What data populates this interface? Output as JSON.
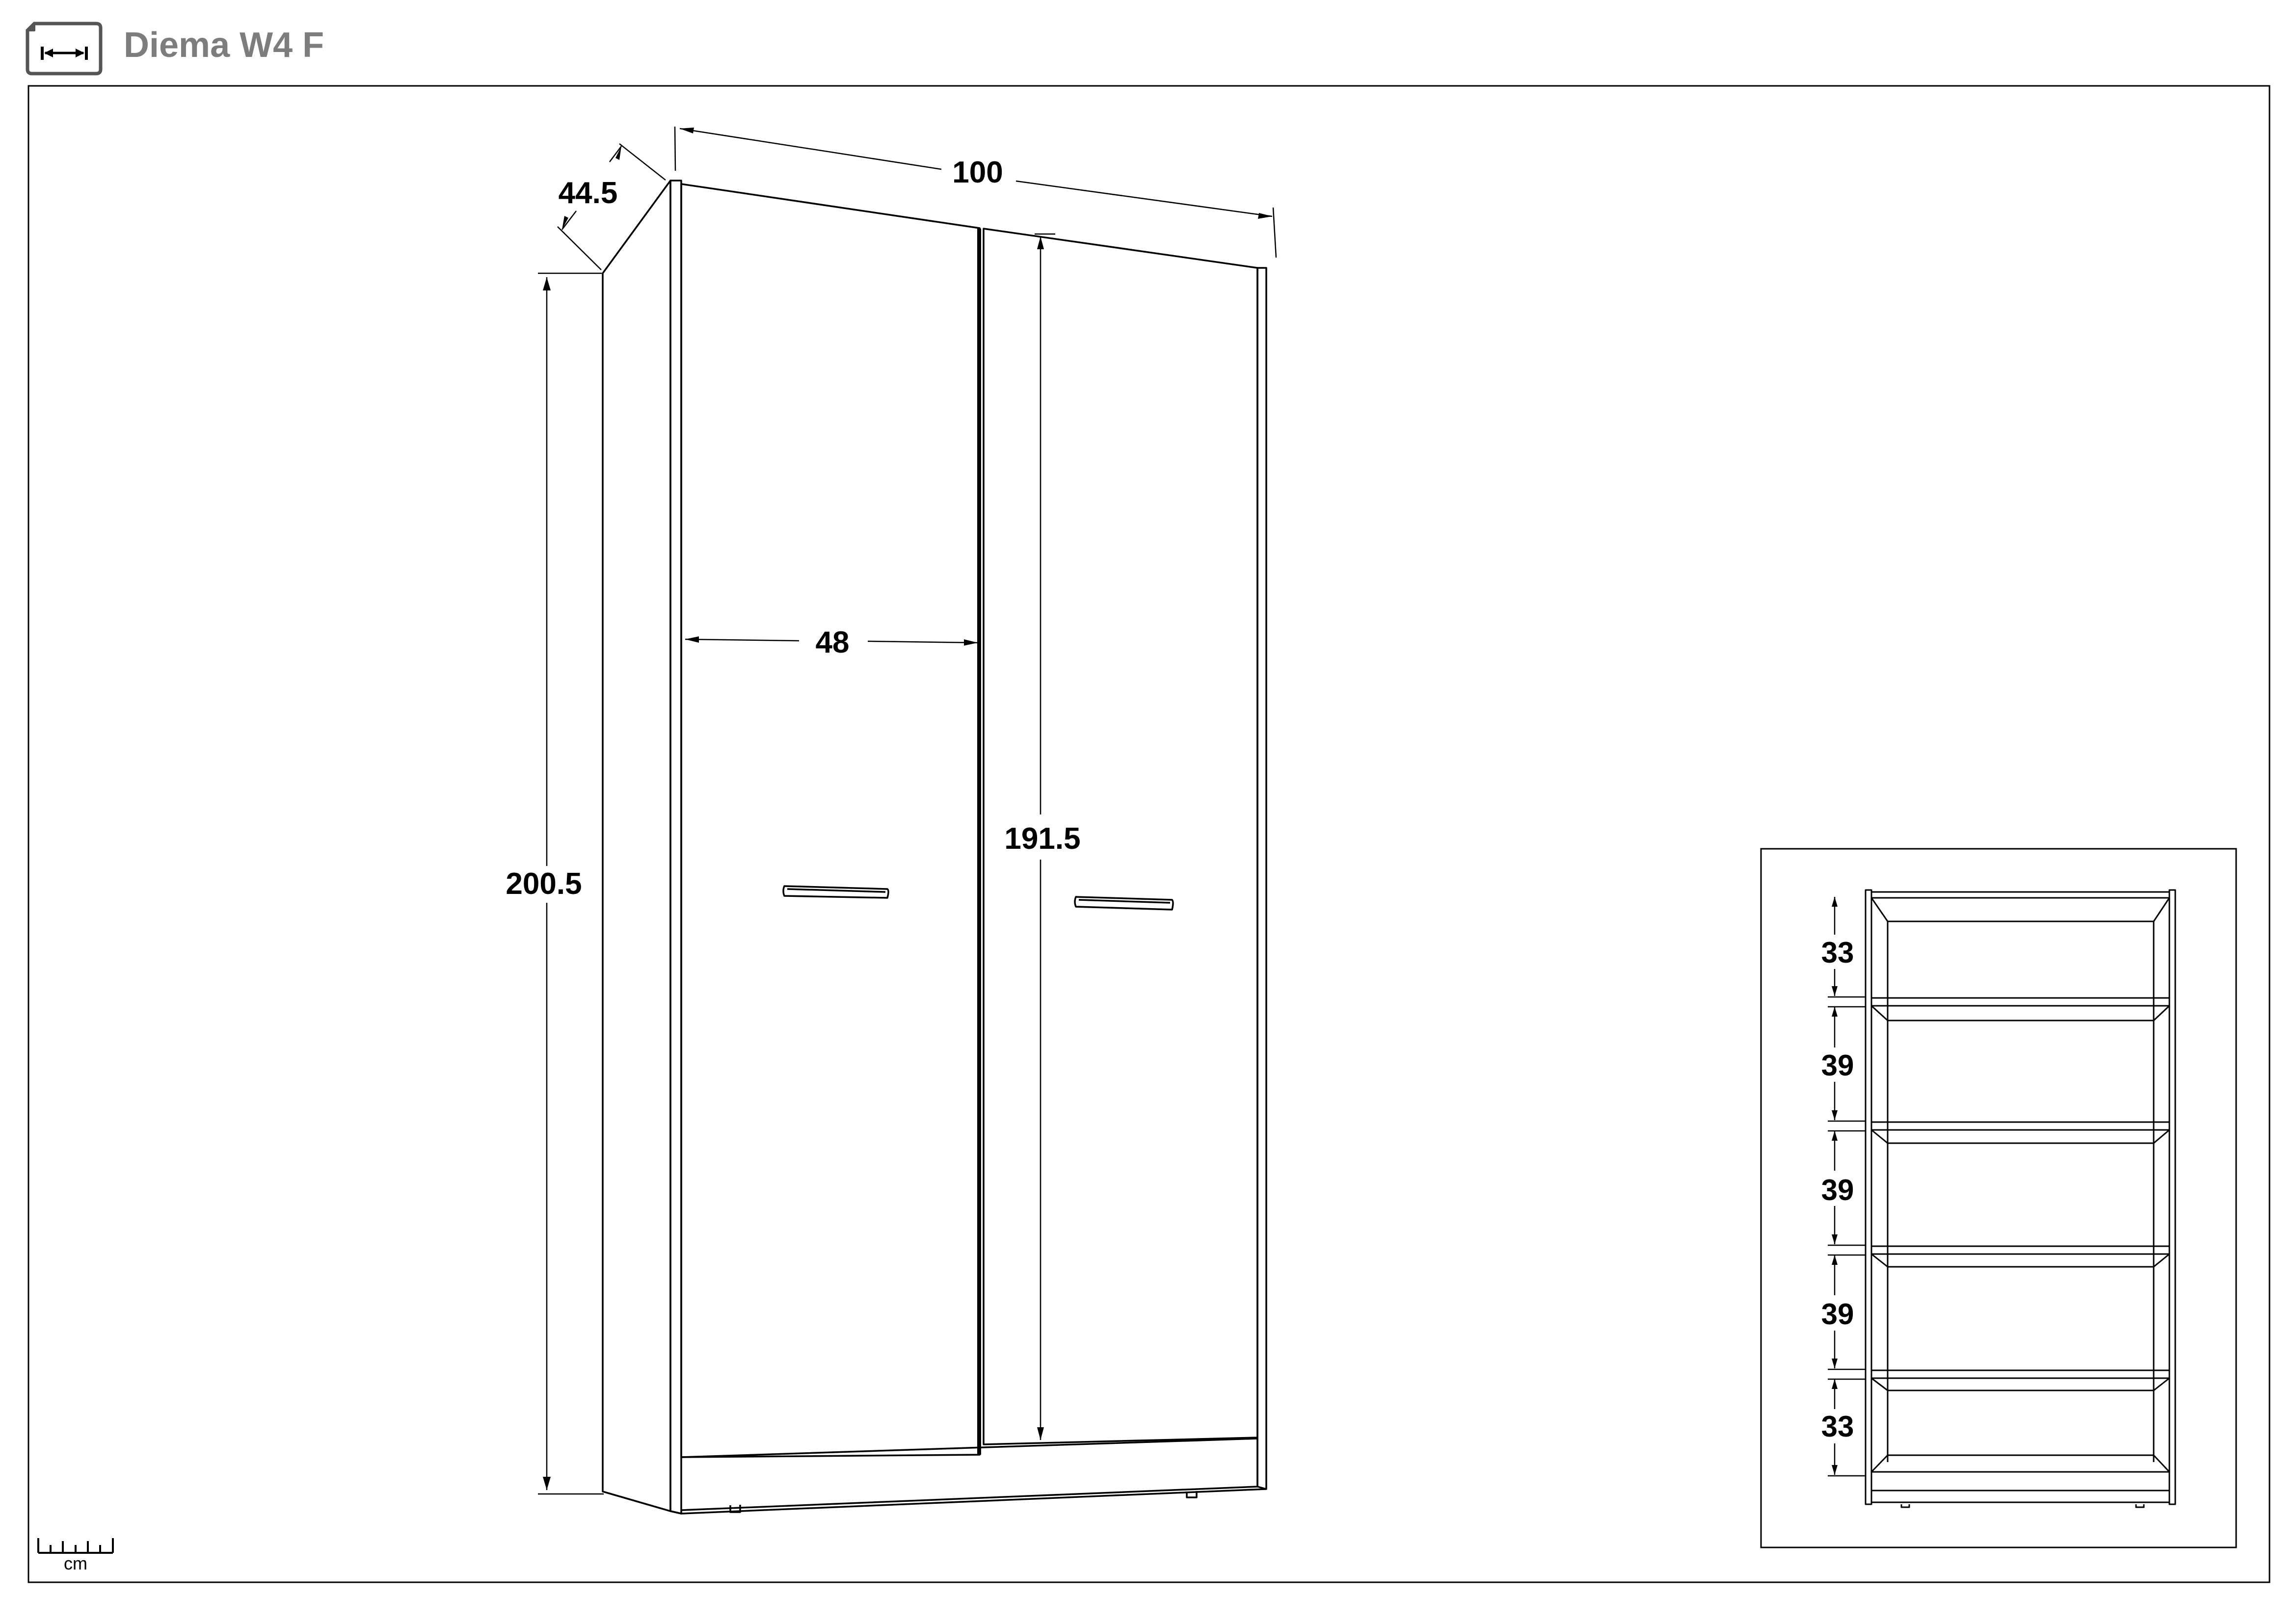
{
  "header": {
    "title": "Diema W4 F",
    "icon": "dimension-arrows-icon"
  },
  "colors": {
    "line": "#000000",
    "title": "#7d7d7d",
    "icon_border": "#555555"
  },
  "main_drawing": {
    "dimensions": {
      "width": "100",
      "depth": "44.5",
      "height": "200.5",
      "door_width": "48",
      "door_height": "191.5"
    }
  },
  "inset_drawing": {
    "shelf_spacing": [
      "33",
      "39",
      "39",
      "39",
      "33"
    ]
  },
  "scale": {
    "unit": "cm",
    "icon": "ruler-icon"
  }
}
